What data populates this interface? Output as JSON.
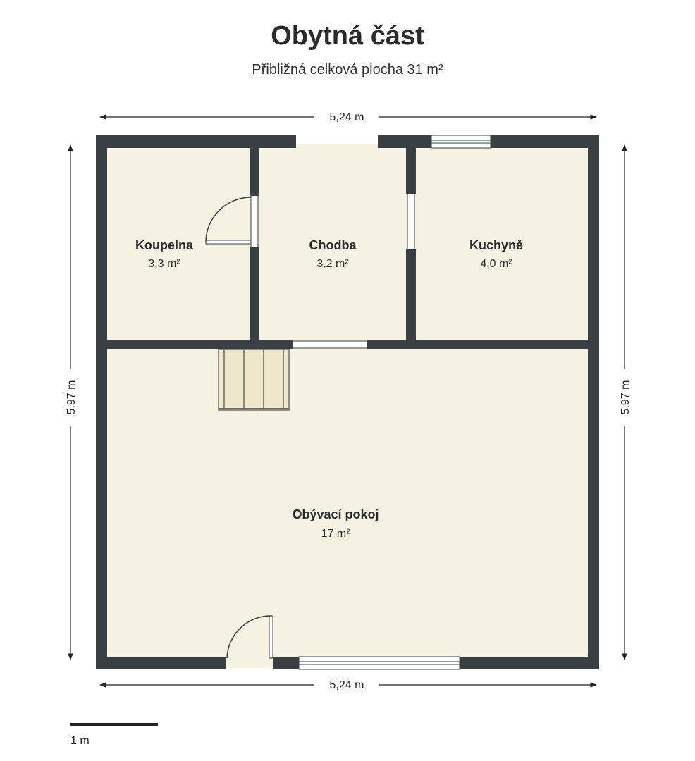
{
  "header": {
    "title": "Obytná část",
    "subtitle": "Přibližná celková plocha 31 m²"
  },
  "dimensions": {
    "top_width": "5,24 m",
    "bottom_width": "5,24 m",
    "left_height": "5,97 m",
    "right_height": "5,97 m"
  },
  "rooms": [
    {
      "name": "Koupelna",
      "area": "3,3 m²"
    },
    {
      "name": "Chodba",
      "area": "3,2 m²"
    },
    {
      "name": "Kuchyně",
      "area": "4,0 m²"
    },
    {
      "name": "Obývací pokoj",
      "area": "17 m²"
    }
  ],
  "scale": {
    "label": "1 m"
  },
  "colors": {
    "wall": "#3a3f44",
    "floor": "#f6f2e3",
    "stairs": "#efe7c9"
  }
}
